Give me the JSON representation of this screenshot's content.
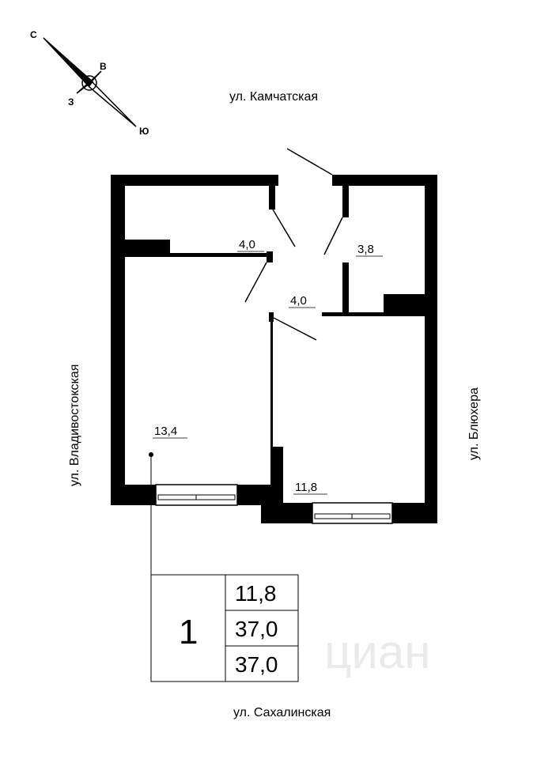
{
  "streets": {
    "north": "ул. Камчатская",
    "west": "ул. Владивостокская",
    "east": "ул. Блюхера",
    "south": "ул. Сахалинская"
  },
  "compass": {
    "n": "С",
    "e": "В",
    "w": "З",
    "s": "Ю"
  },
  "rooms": {
    "hall": "4,0",
    "bath": "3,8",
    "corridor": "4,0",
    "living": "13,4",
    "kitchen": "11,8"
  },
  "summary": {
    "rooms_count": "1",
    "living_area": "11,8",
    "total_area": "37,0",
    "total_area_2": "37,0"
  },
  "watermark": "циан"
}
